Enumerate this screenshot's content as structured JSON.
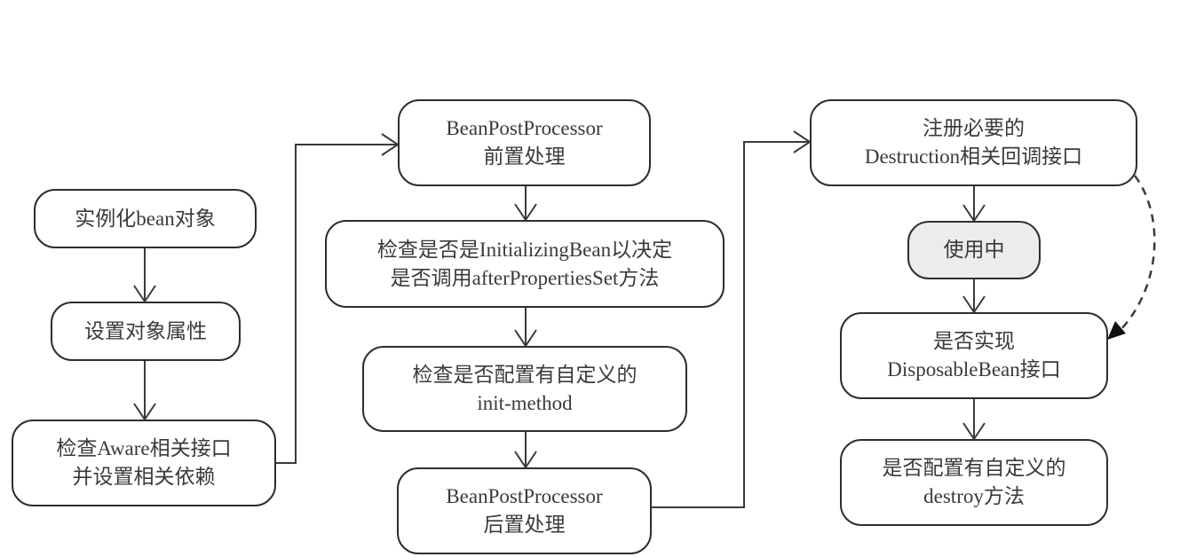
{
  "diagram": {
    "title": "Spring Bean Lifecycle",
    "colors": {
      "stroke": "#2e2e2e",
      "text": "#3a3a3a",
      "active_fill": "#ececec",
      "background": "#ffffff"
    },
    "nodes": [
      {
        "id": "instantiate",
        "lines": [
          "实例化bean对象"
        ]
      },
      {
        "id": "set-properties",
        "lines": [
          "设置对象属性"
        ]
      },
      {
        "id": "aware",
        "lines": [
          "检查Aware相关接口",
          "并设置相关依赖"
        ]
      },
      {
        "id": "bpp-before",
        "lines": [
          "BeanPostProcessor",
          "前置处理"
        ]
      },
      {
        "id": "initializing-bean",
        "lines": [
          "检查是否是InitializingBean以决定",
          "是否调用afterPropertiesSet方法"
        ]
      },
      {
        "id": "init-method",
        "lines": [
          "检查是否配置有自定义的",
          "init-method"
        ]
      },
      {
        "id": "bpp-after",
        "lines": [
          "BeanPostProcessor",
          "后置处理"
        ]
      },
      {
        "id": "register-destruction",
        "lines": [
          "注册必要的",
          "Destruction相关回调接口"
        ]
      },
      {
        "id": "in-use",
        "lines": [
          "使用中"
        ],
        "highlighted": true
      },
      {
        "id": "disposable-bean",
        "lines": [
          "是否实现",
          "DisposableBean接口"
        ]
      },
      {
        "id": "destroy-method",
        "lines": [
          "是否配置有自定义的",
          "destroy方法"
        ]
      }
    ],
    "edges": [
      {
        "from": "instantiate",
        "to": "set-properties",
        "style": "solid"
      },
      {
        "from": "set-properties",
        "to": "aware",
        "style": "solid"
      },
      {
        "from": "aware",
        "to": "bpp-before",
        "style": "solid"
      },
      {
        "from": "bpp-before",
        "to": "initializing-bean",
        "style": "solid"
      },
      {
        "from": "initializing-bean",
        "to": "init-method",
        "style": "solid"
      },
      {
        "from": "init-method",
        "to": "bpp-after",
        "style": "solid"
      },
      {
        "from": "bpp-after",
        "to": "register-destruction",
        "style": "solid"
      },
      {
        "from": "register-destruction",
        "to": "in-use",
        "style": "solid"
      },
      {
        "from": "in-use",
        "to": "disposable-bean",
        "style": "solid"
      },
      {
        "from": "register-destruction",
        "to": "disposable-bean",
        "style": "dashed"
      },
      {
        "from": "disposable-bean",
        "to": "destroy-method",
        "style": "solid"
      }
    ]
  }
}
